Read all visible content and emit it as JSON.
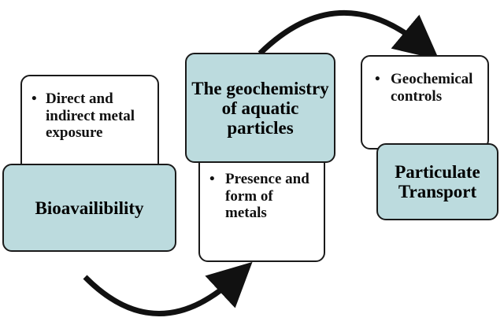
{
  "diagram": {
    "colors": {
      "accent_fill": "#bcdbde",
      "outline": "#1a1a1a",
      "arrow": "#111111"
    },
    "stages": [
      {
        "title": "Bioavailibility",
        "bullet": "Direct and indirect metal exposure"
      },
      {
        "title": "The geochemistry of aquatic particles",
        "bullet": "Presence and form of metals"
      },
      {
        "title": "Particulate Transport",
        "bullet": "Geochemical controls"
      }
    ],
    "bullet_marker": "•"
  }
}
